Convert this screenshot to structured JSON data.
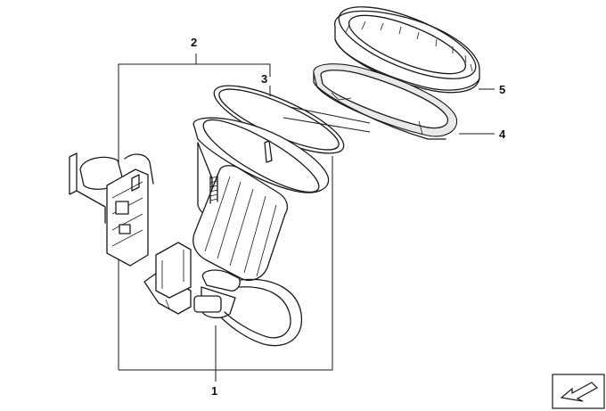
{
  "callouts": [
    {
      "id": "1",
      "label": "1"
    },
    {
      "id": "2",
      "label": "2"
    },
    {
      "id": "3",
      "label": "3"
    },
    {
      "id": "4",
      "label": "4"
    },
    {
      "id": "5",
      "label": "5"
    }
  ],
  "icons": {
    "corner": "arrow-icon"
  }
}
